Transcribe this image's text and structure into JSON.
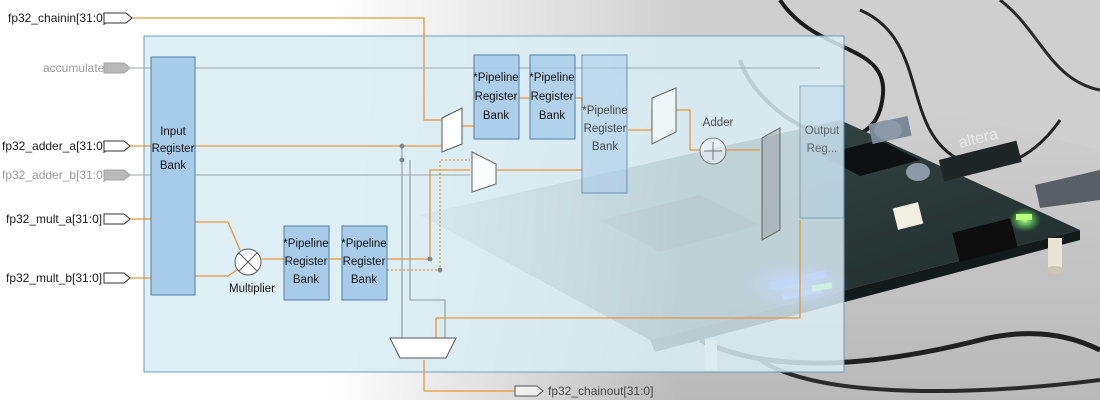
{
  "ports": {
    "chainin": "fp32_chainin[31:0]",
    "accumulate": "accumulate",
    "adder_a": "fp32_adder_a[31:0]",
    "adder_b": "fp32_adder_b[31:0]",
    "mult_a": "fp32_mult_a[31:0]",
    "mult_b": "fp32_mult_b[31:0]",
    "chainout": "fp32_chainout[31:0]"
  },
  "blocks": {
    "input_bank": [
      "Input",
      "Register",
      "Bank"
    ],
    "pipeline": [
      "*Pipeline",
      "Register",
      "Bank"
    ],
    "output_bank": [
      "Output",
      "Reg..."
    ],
    "multiplier": "Multiplier",
    "adder": "Adder"
  },
  "board": {
    "brand": "altera"
  },
  "colors": {
    "orange_wire": "#e8963c",
    "grey_wire": "#9aa8b0",
    "block_fill": "#a7cbe9",
    "block_stroke": "#4d7ea8",
    "panel_fill": "#d8ecf3",
    "led_blue": "#2a4cff",
    "led_green": "#3cff4a"
  }
}
